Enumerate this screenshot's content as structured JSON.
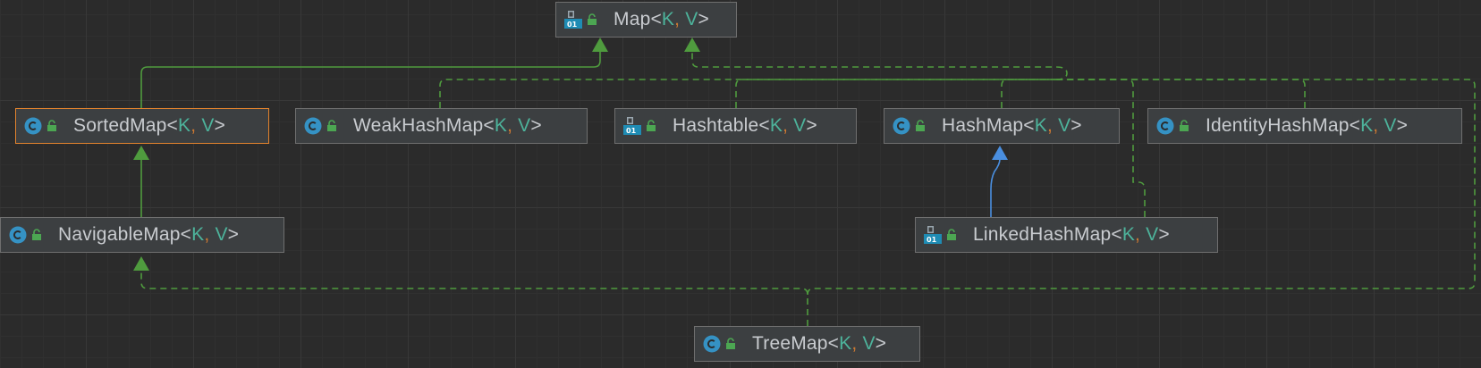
{
  "colors": {
    "background": "#2b2b2b",
    "node_fill": "#3c3f41",
    "node_border": "#6f6f6f",
    "selected_border": "#e3832d",
    "label": "#c9ccd0",
    "type_param": "#4db39b",
    "comma": "#cc7832",
    "extends_edge": "#4f9b3e",
    "implements_edge": "#4f9b3e",
    "class_extends_edge": "#4a8fe0"
  },
  "nodes": [
    {
      "id": "map",
      "name": "Map",
      "kind": "interface",
      "icon": "interface-icon",
      "selected": false,
      "params": [
        "K",
        "V"
      ]
    },
    {
      "id": "sortedmap",
      "name": "SortedMap",
      "kind": "class",
      "icon": "class-icon",
      "selected": true,
      "params": [
        "K",
        "V"
      ]
    },
    {
      "id": "weakhashmap",
      "name": "WeakHashMap",
      "kind": "class",
      "icon": "class-icon",
      "selected": false,
      "params": [
        "K",
        "V"
      ]
    },
    {
      "id": "hashtable",
      "name": "Hashtable",
      "kind": "interface",
      "icon": "interface-icon",
      "selected": false,
      "params": [
        "K",
        "V"
      ]
    },
    {
      "id": "hashmap",
      "name": "HashMap",
      "kind": "class",
      "icon": "class-icon",
      "selected": false,
      "params": [
        "K",
        "V"
      ]
    },
    {
      "id": "identityhashmap",
      "name": "IdentityHashMap",
      "kind": "class",
      "icon": "class-icon",
      "selected": false,
      "params": [
        "K",
        "V"
      ]
    },
    {
      "id": "navigablemap",
      "name": "NavigableMap",
      "kind": "class",
      "icon": "class-icon",
      "selected": false,
      "params": [
        "K",
        "V"
      ]
    },
    {
      "id": "linkedhashmap",
      "name": "LinkedHashMap",
      "kind": "interface",
      "icon": "interface-icon",
      "selected": false,
      "params": [
        "K",
        "V"
      ]
    },
    {
      "id": "treemap",
      "name": "TreeMap",
      "kind": "class",
      "icon": "class-icon",
      "selected": false,
      "params": [
        "K",
        "V"
      ]
    }
  ],
  "edges": [
    {
      "from": "sortedmap",
      "to": "map",
      "style": "solid"
    },
    {
      "from": "weakhashmap",
      "to": "map",
      "style": "dashed"
    },
    {
      "from": "hashtable",
      "to": "map",
      "style": "dashed"
    },
    {
      "from": "hashmap",
      "to": "map",
      "style": "dashed"
    },
    {
      "from": "identityhashmap",
      "to": "map",
      "style": "dashed"
    },
    {
      "from": "linkedhashmap",
      "to": "map",
      "style": "dashed"
    },
    {
      "from": "treemap",
      "to": "map",
      "style": "dashed"
    },
    {
      "from": "navigablemap",
      "to": "sortedmap",
      "style": "solid"
    },
    {
      "from": "treemap",
      "to": "navigablemap",
      "style": "dashed"
    },
    {
      "from": "linkedhashmap",
      "to": "hashmap",
      "style": "solid-blue"
    }
  ]
}
